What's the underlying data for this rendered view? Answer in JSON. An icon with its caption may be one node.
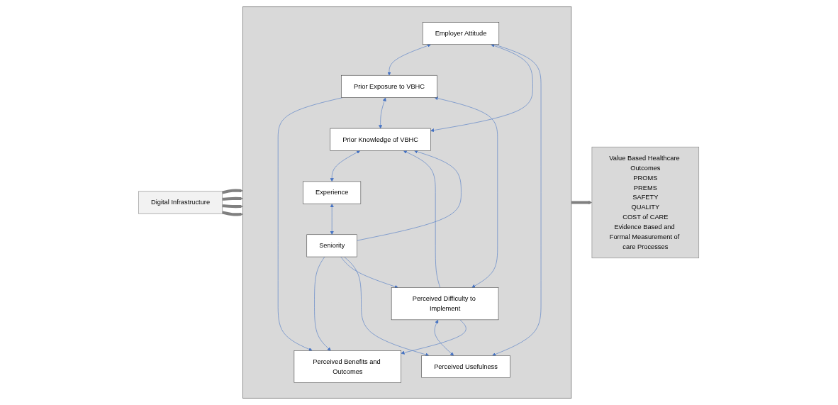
{
  "diagram": {
    "nodes": [
      {
        "text": [],
        "shape": "box"
      },
      {
        "text": [
          "Employer Attitude"
        ],
        "in": 0
      },
      {
        "text": [
          "Perceived Benefits and Outcomes"
        ],
        "in": 0
      },
      {
        "text": [
          "Perceived Difficulty to Implement"
        ],
        "in": 0
      },
      {
        "text": [
          "Prior Exposure to VBHC"
        ],
        "in": 0
      },
      {
        "text": [
          "Perceived Usefulness"
        ],
        "in": 0
      },
      {
        "text": [
          "Prior Knowledge of VBHC"
        ],
        "in": 0
      },
      {
        "text": [
          "Seniority"
        ],
        "in": 0
      },
      {
        "text": [
          "Experience"
        ],
        "in": 0
      },
      {
        "text": [
          "Value Based Healthcare Outcomes",
          "PROMS",
          "PREMS",
          "SAFETY",
          "QUALITY",
          "COST of CARE",
          "Evidence Based and Formal Measurement of care Processes"
        ]
      },
      {
        "text": [
          "Digital Infrastructure"
        ]
      }
    ],
    "edges": [
      {
        "from": 1,
        "to": 4,
        "arrow": "both"
      },
      {
        "from": 1,
        "to": 6,
        "arrow": "both"
      },
      {
        "from": 1,
        "to": 5,
        "arrow": "to"
      },
      {
        "from": 3,
        "to": 4,
        "arrow": "both"
      },
      {
        "from": 4,
        "to": 2,
        "arrow": "to"
      },
      {
        "from": 3,
        "to": 5,
        "arrow": "both"
      },
      {
        "from": 3,
        "to": 6,
        "arrow": "to"
      },
      {
        "from": 3,
        "to": 2,
        "arrow": "to"
      },
      {
        "from": 7,
        "to": 2,
        "arrow": "to"
      },
      {
        "from": 7,
        "to": 3,
        "arrow": "to"
      },
      {
        "from": 7,
        "to": 5,
        "arrow": "to"
      },
      {
        "from": 7,
        "to": 6,
        "arrow": "to"
      },
      {
        "from": 4,
        "to": 6,
        "arrow": "both"
      },
      {
        "from": 6,
        "to": 8,
        "arrow": "both"
      },
      {
        "from": 8,
        "to": 7,
        "arrow": "both"
      },
      {
        "from": 10,
        "to": 0,
        "arrow": "to",
        "style": "thick",
        "color": "#808080"
      },
      {
        "from": 10,
        "to": 0,
        "arrow": "to",
        "style": "thick",
        "color": "#808080"
      },
      {
        "from": 10,
        "to": 0,
        "arrow": "to",
        "style": "thick",
        "color": "#808080"
      },
      {
        "from": 10,
        "to": 0,
        "arrow": "to",
        "style": "thick",
        "color": "#808080"
      },
      {
        "from": 0,
        "to": 9,
        "arrow": "to",
        "style": "thick",
        "color": "#808080"
      }
    ]
  }
}
